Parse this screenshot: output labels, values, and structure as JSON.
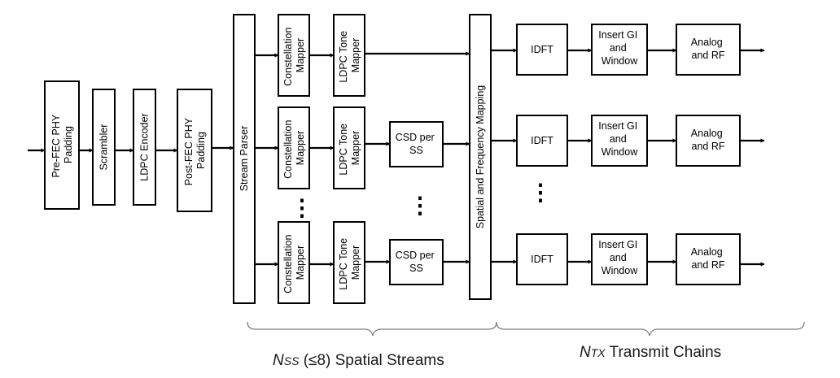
{
  "blocks": {
    "pre_fec_padding": [
      "Pre-FEC PHY",
      "Padding"
    ],
    "scrambler": [
      "Scrambler"
    ],
    "ldpc_encoder": [
      "LDPC Encoder"
    ],
    "post_fec_padding": [
      "Post-FEC PHY",
      "Padding"
    ],
    "stream_parser": [
      "Stream Parser"
    ],
    "constellation_mapper": [
      "Constellation",
      "Mapper"
    ],
    "ldpc_tone_mapper": [
      "LDPC Tone",
      "Mapper"
    ],
    "csd_per_ss": [
      "CSD per",
      "SS"
    ],
    "spatial_frequency_mapping": [
      "Spatial and Frequency Mapping"
    ],
    "idft": [
      "IDFT"
    ],
    "insert_gi_window": [
      "Insert GI",
      "and",
      "Window"
    ],
    "analog_rf": [
      "Analog",
      "and RF"
    ]
  },
  "ellipsis": "⋮",
  "captions": {
    "spatial": {
      "symbol": "N",
      "subscript": "SS",
      "condition": " (≤8)",
      "text": " Spatial Streams"
    },
    "transmit": {
      "symbol": "N",
      "subscript": "TX",
      "text": " Transmit Chains"
    }
  },
  "colors": {
    "line": "#000000",
    "brace": "#808080",
    "background": "#ffffff"
  }
}
